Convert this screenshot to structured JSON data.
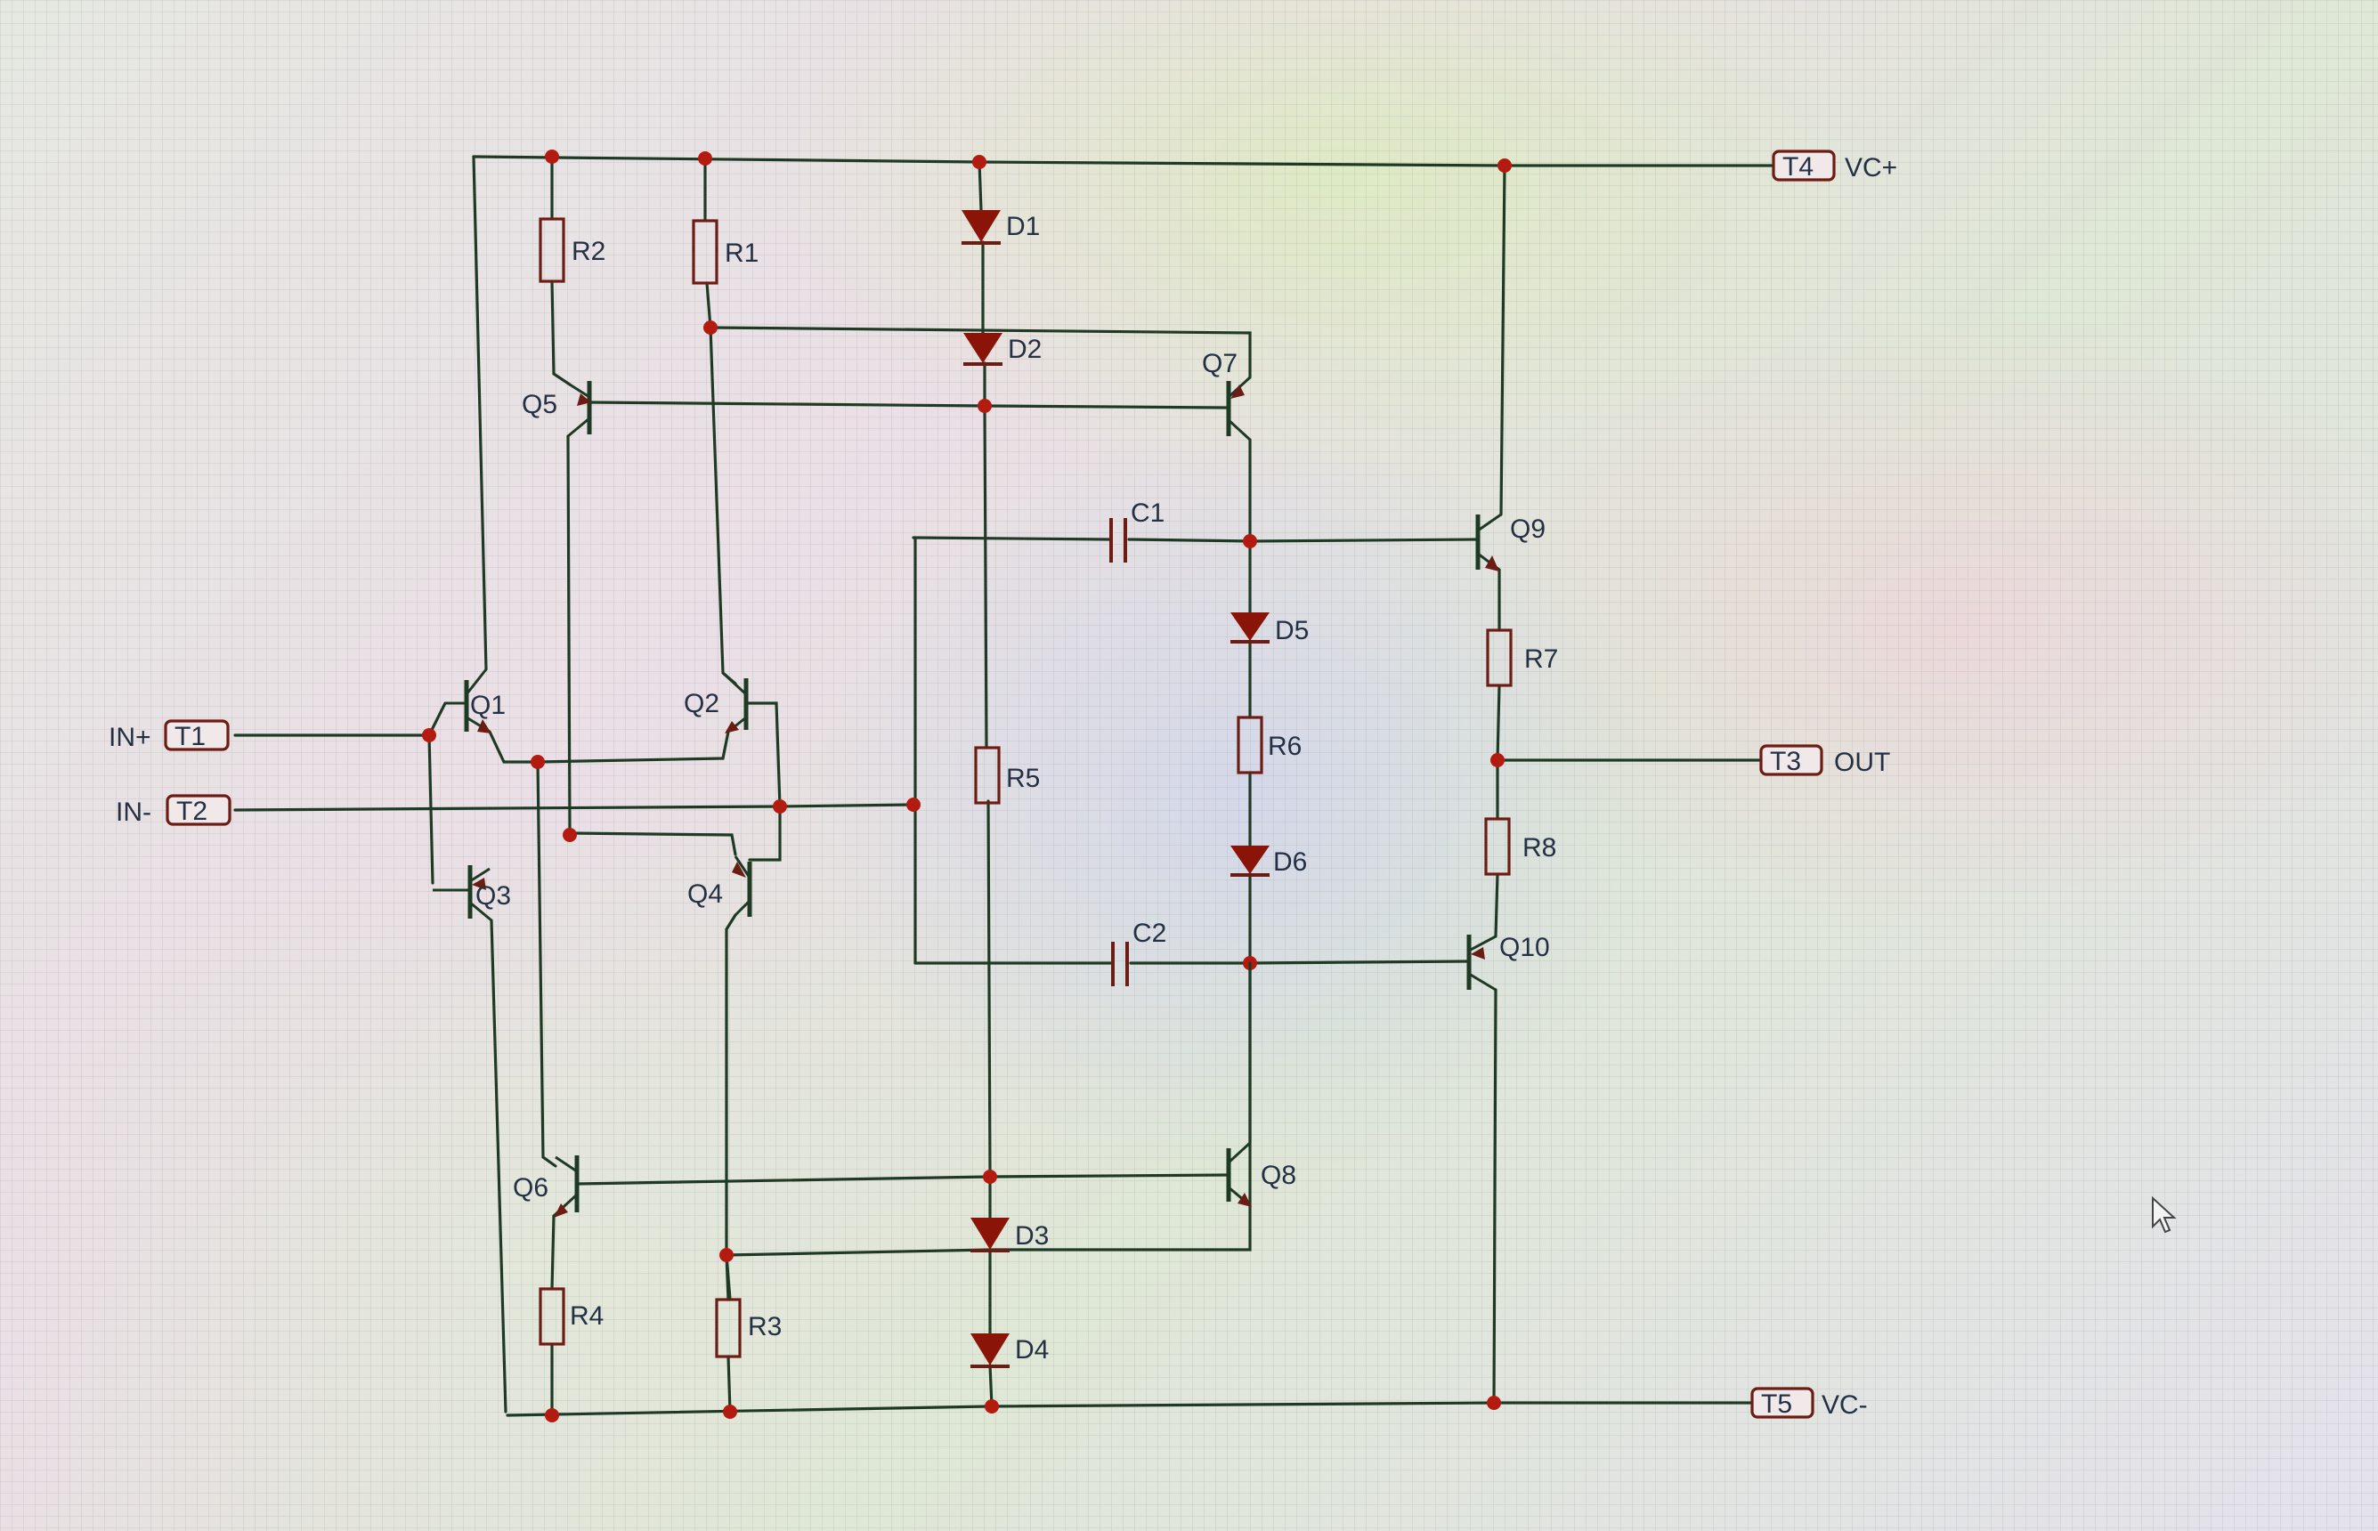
{
  "terminals": {
    "t1": {
      "id": "T1",
      "label": "IN+"
    },
    "t2": {
      "id": "T2",
      "label": "IN-"
    },
    "t3": {
      "id": "T3",
      "label": "OUT"
    },
    "t4": {
      "id": "T4",
      "label": "VC+"
    },
    "t5": {
      "id": "T5",
      "label": "VC-"
    }
  },
  "resistors": {
    "r1": "R1",
    "r2": "R2",
    "r3": "R3",
    "r4": "R4",
    "r5": "R5",
    "r6": "R6",
    "r7": "R7",
    "r8": "R8"
  },
  "diodes": {
    "d1": "D1",
    "d2": "D2",
    "d3": "D3",
    "d4": "D4",
    "d5": "D5",
    "d6": "D6"
  },
  "capacitors": {
    "c1": "C1",
    "c2": "C2"
  },
  "transistors": {
    "q1": "Q1",
    "q2": "Q2",
    "q3": "Q3",
    "q4": "Q4",
    "q5": "Q5",
    "q6": "Q6",
    "q7": "Q7",
    "q8": "Q8",
    "q9": "Q9",
    "q10": "Q10"
  }
}
